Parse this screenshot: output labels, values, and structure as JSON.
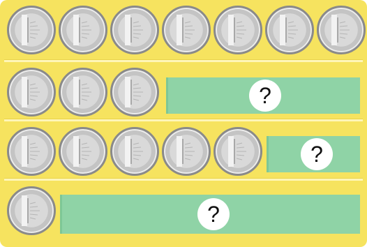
{
  "colors": {
    "board": "#f6e35f",
    "slot": "#8fd3a6",
    "coin": "#d3d3d3",
    "coin_rim": "#8a8a8a"
  },
  "rows": [
    {
      "coin_count": 7,
      "placeholder": null
    },
    {
      "coin_count": 3,
      "placeholder": "?"
    },
    {
      "coin_count": 5,
      "placeholder": "?"
    },
    {
      "coin_count": 1,
      "placeholder": "?"
    }
  ],
  "coin_icon": "coin-icon"
}
